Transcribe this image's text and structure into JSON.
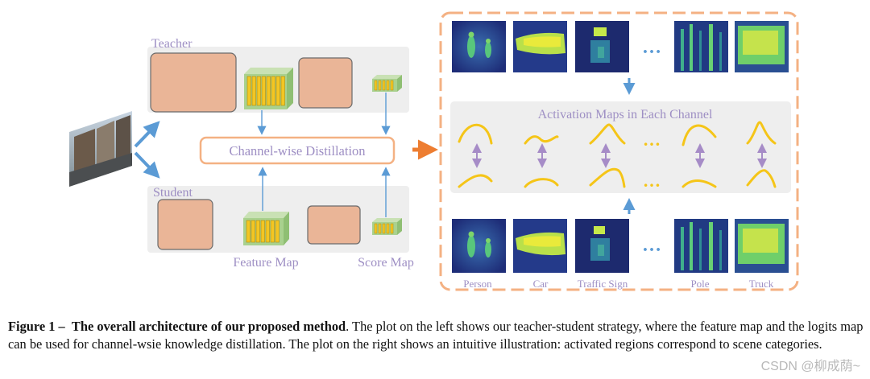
{
  "colors": {
    "panel": "#eeeeee",
    "block_fill": "#eab597",
    "block_stroke": "#6b6b6b",
    "arrow_blue": "#5b9bd5",
    "arrow_orange": "#ed7d31",
    "dashed_orange": "#f4b183",
    "curve_yellow": "#f5c518",
    "double_arrow_purple": "#a68cc7",
    "label_purple": "#9e8fc4",
    "feature_green": "#a9d18e",
    "feature_yellow": "#f3c623",
    "activation_bg": "#1f2f7a"
  },
  "left": {
    "teacher_label": "Teacher",
    "student_label": "Student",
    "distill_label": "Channel-wise Distillation",
    "feature_map_label": "Feature Map",
    "score_map_label": "Score Map"
  },
  "right": {
    "activation_title": "Activation Maps in Each Channel",
    "ellipsis": "…",
    "curve_ellipsis": "…",
    "categories": [
      "Person",
      "Car",
      "Traffic Sign",
      "Pole",
      "Truck"
    ]
  },
  "caption": {
    "figure_label": "Figure 1 –",
    "bold_title": "The overall architecture of our proposed method",
    "text": ". The plot on the left shows our teacher-student strategy, where the feature map and the logits map can be used for channel-wsie knowledge distillation. The plot on the right shows an intuitive illustration: activated regions correspond to scene categories."
  },
  "watermark": "CSDN @柳成荫~"
}
